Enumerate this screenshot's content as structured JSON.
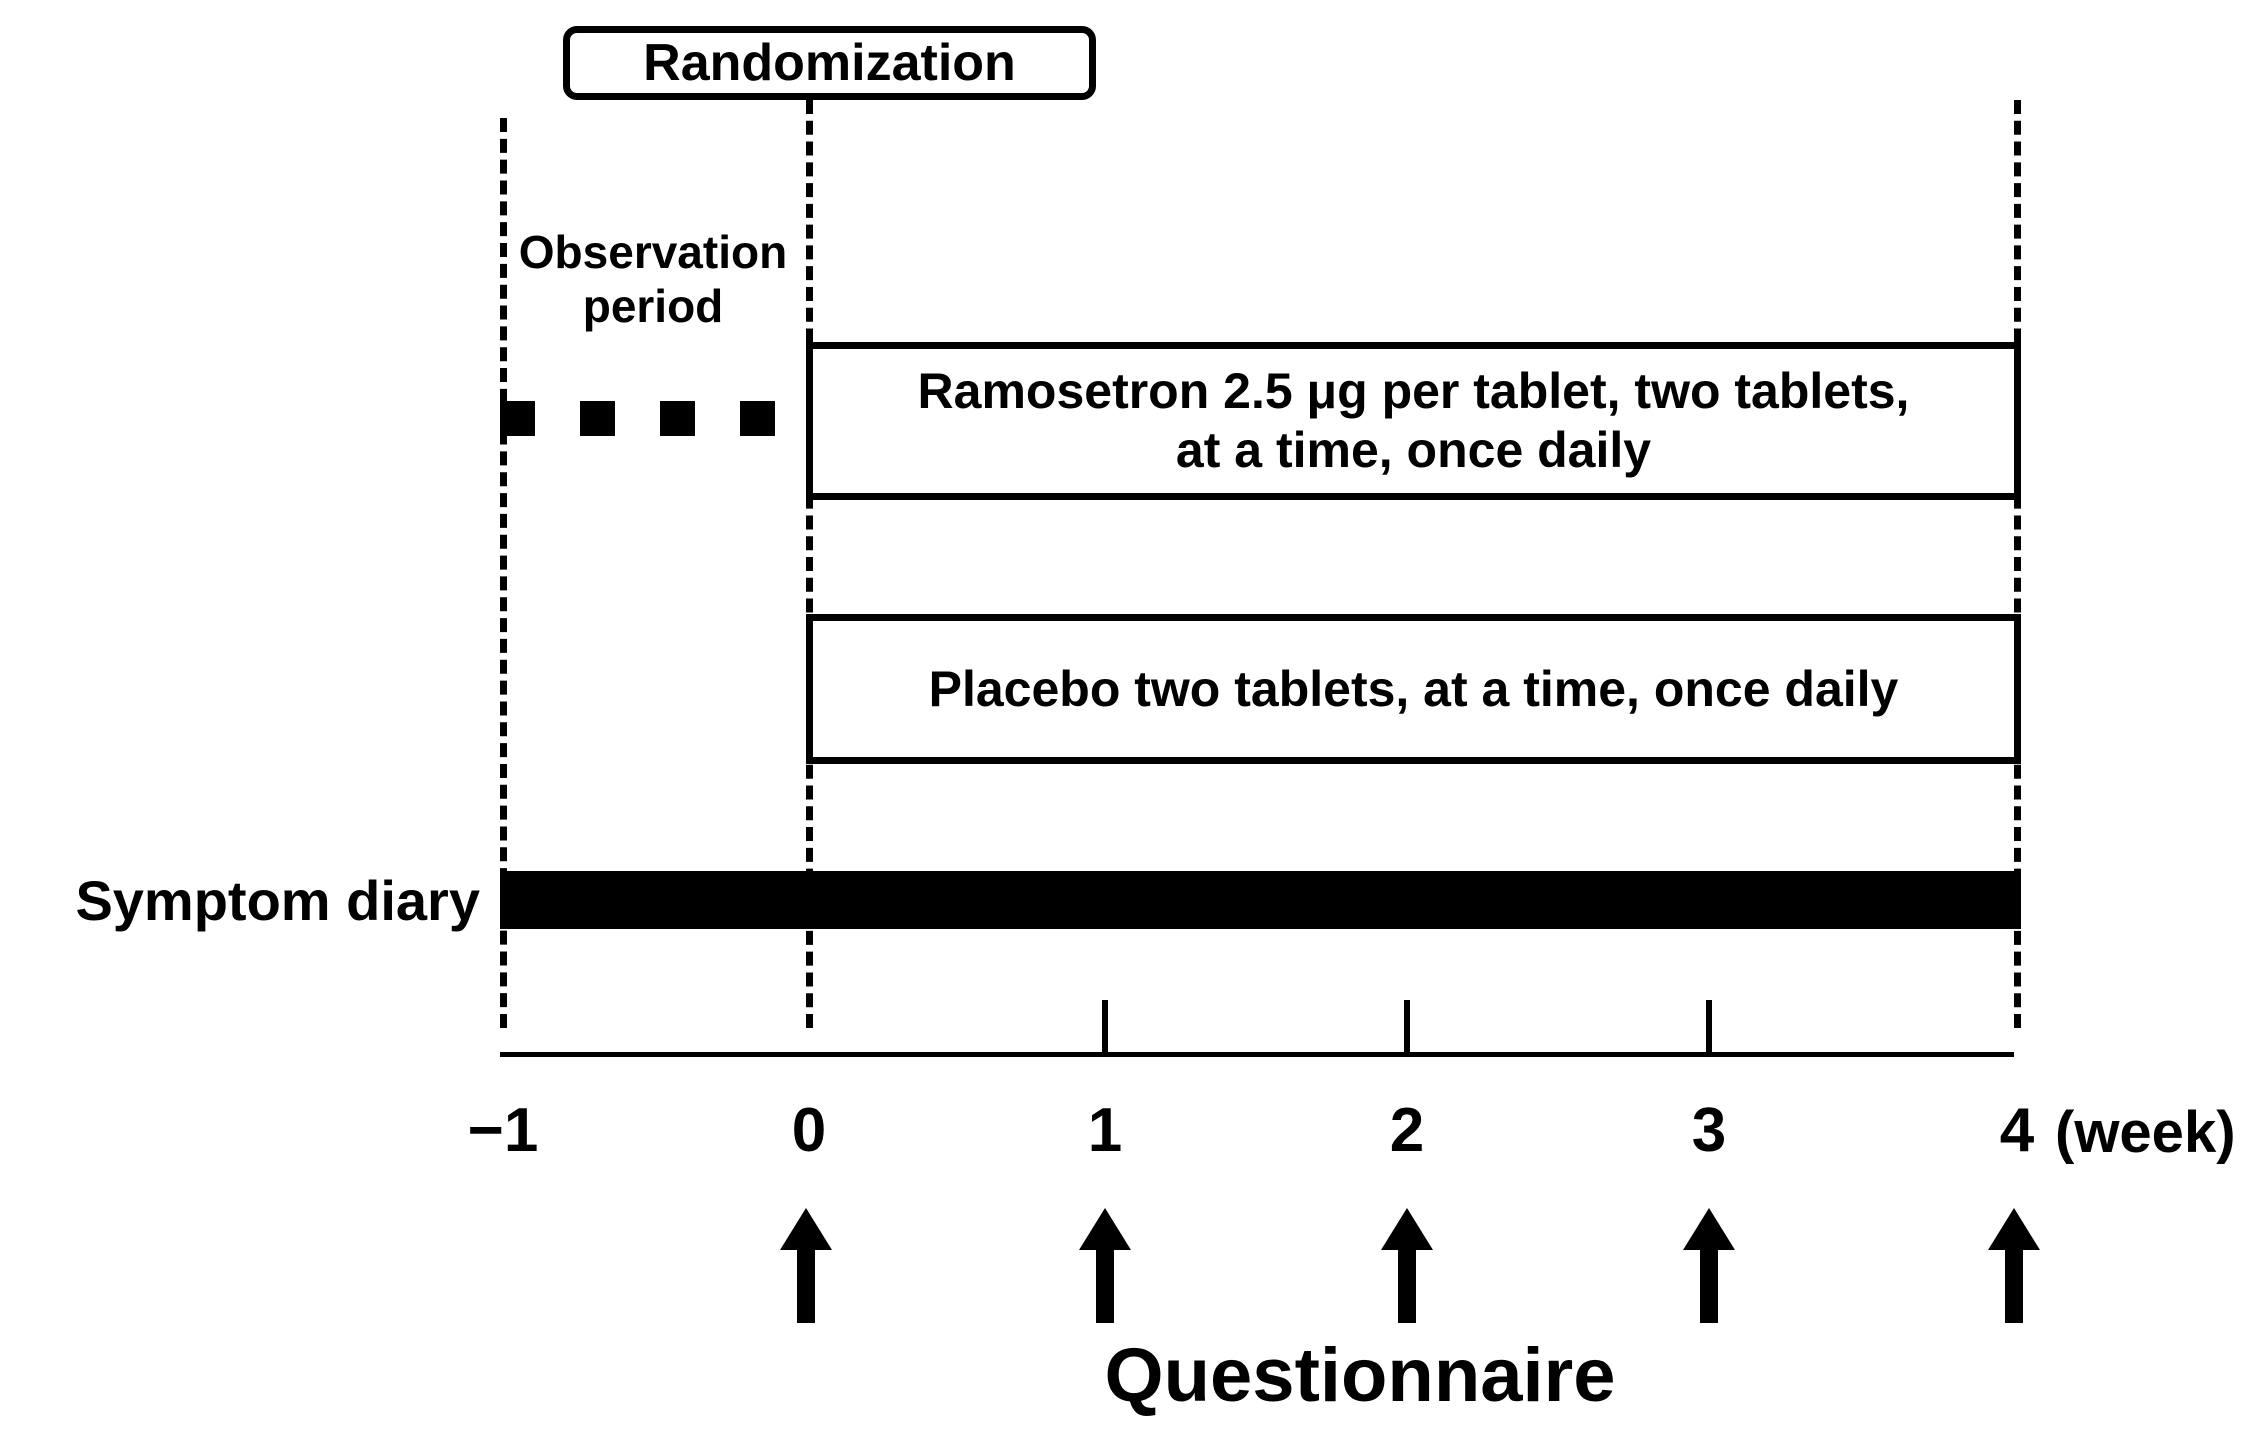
{
  "figure": {
    "type": "clinical-trial-study-design-timeline",
    "randomization_label": "Randomization",
    "observation_label_line1": "Observation",
    "observation_label_line2": "period",
    "arms": [
      {
        "id": "ramosetron",
        "line1": "Ramosetron 2.5 μg per tablet, two tablets,",
        "line2": "at a time, once daily"
      },
      {
        "id": "placebo",
        "line1": "Placebo two tablets, at a time, once daily",
        "line2": ""
      }
    ],
    "diary_label": "Symptom diary",
    "questionnaire_label": "Questionnaire",
    "axis": {
      "unit_label": "(week)",
      "tick_labels": [
        "−1",
        "0",
        "1",
        "2",
        "3",
        "4"
      ],
      "tick_values": [
        -1,
        0,
        1,
        2,
        3,
        4
      ]
    },
    "colors": {
      "ink": "#000000",
      "paper": "#ffffff"
    }
  },
  "chart_data": {
    "type": "timeline",
    "title": "",
    "xlabel": "(week)",
    "ylabel": "",
    "xlim": [
      -1,
      4
    ],
    "grid": false,
    "x_ticks": [
      -1,
      0,
      1,
      2,
      3,
      4
    ],
    "x_tick_labels": [
      "−1",
      "0",
      "1",
      "2",
      "3",
      "4"
    ],
    "markers": [
      {
        "name": "Randomization",
        "x": 0,
        "style": "rounded-box-callout"
      }
    ],
    "spans": [
      {
        "name": "Observation period",
        "start": -1,
        "end": 0,
        "style": "dashed-squares"
      },
      {
        "name": "Ramosetron 2.5 μg per tablet, two tablets, at a time, once daily",
        "start": 0,
        "end": 4,
        "style": "outlined-box"
      },
      {
        "name": "Placebo two tablets, at a time, once daily",
        "start": 0,
        "end": 4,
        "style": "outlined-box"
      },
      {
        "name": "Symptom diary",
        "start": -1,
        "end": 4,
        "style": "solid-black-bar"
      }
    ],
    "events": [
      {
        "name": "Questionnaire",
        "x": 0,
        "style": "up-arrow"
      },
      {
        "name": "Questionnaire",
        "x": 1,
        "style": "up-arrow"
      },
      {
        "name": "Questionnaire",
        "x": 2,
        "style": "up-arrow"
      },
      {
        "name": "Questionnaire",
        "x": 3,
        "style": "up-arrow"
      },
      {
        "name": "Questionnaire",
        "x": 4,
        "style": "up-arrow"
      }
    ],
    "guide_lines": [
      {
        "x": -1,
        "style": "dashed"
      },
      {
        "x": 0,
        "style": "dashed"
      },
      {
        "x": 4,
        "style": "dashed"
      }
    ]
  }
}
